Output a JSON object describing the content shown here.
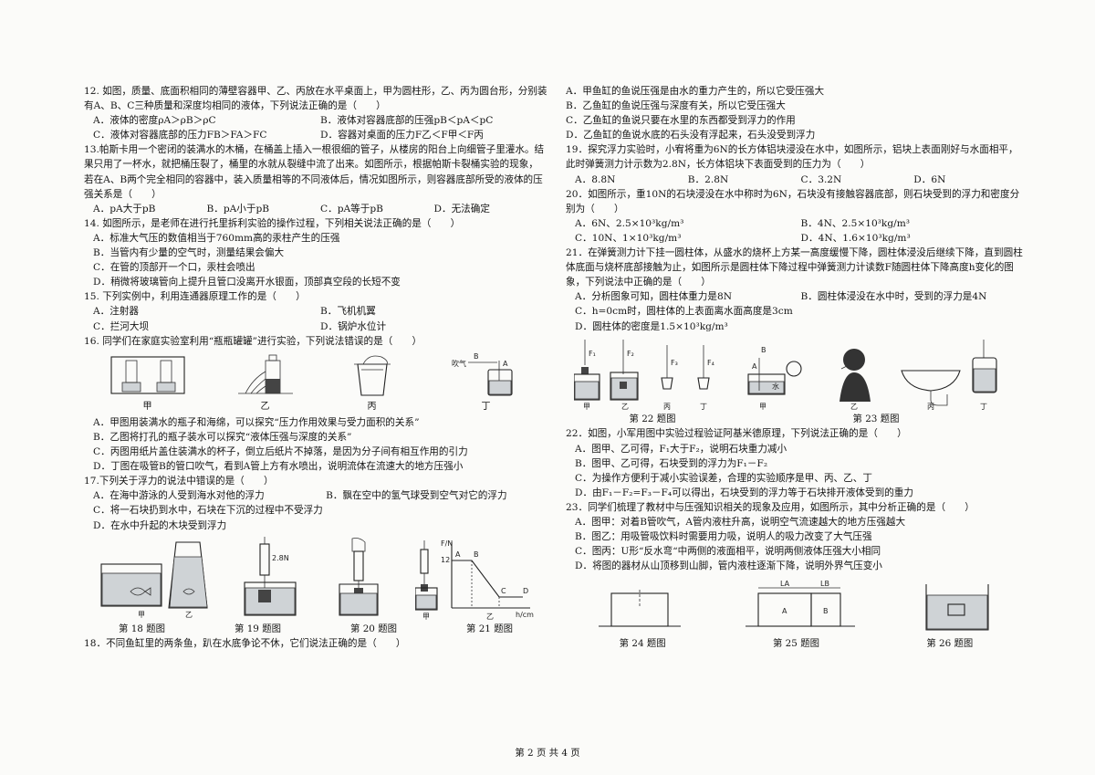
{
  "page_footer": "第 2 页 共 4 页",
  "left": {
    "q12": {
      "stem": "12. 如图，质量、底面积相同的薄壁容器甲、乙、丙放在水平桌面上，甲为圆柱形，乙、丙为圆台形，分别装有A、B、C三种质量和深度均相同的液体，下列说法正确的是（　　）",
      "options": [
        "A．液体的密度ρA＞ρB＞ρC",
        "B．液体对容器底部的压强pB＜pA＜pC",
        "C．液体对容器底部的压力FB＞FA＞FC",
        "D．容器对桌面的压力F乙＜F甲＜F丙"
      ]
    },
    "q13": {
      "stem": "13.帕斯卡用一个密闭的装满水的木桶，在桶盖上插入一根很细的管子，从楼房的阳台上向细管子里灌水。结果只用了一杯水，就把桶压裂了，桶里的水就从裂缝中流了出来。如图所示，根据帕斯卡裂桶实验的现象，若在A、B两个完全相同的容器中，装入质量相等的不同液体后，情况如图所示，则容器底部所受的液体的压强关系是（　　）",
      "options": [
        "A．pA大于pB",
        "B．pA小于pB",
        "C．pA等于pB",
        "D．无法确定"
      ]
    },
    "q14": {
      "stem": "14. 如图所示，是老师在进行托里拆利实验的操作过程，下列相关说法正确的是（　　）",
      "options": [
        "A．标准大气压的数值相当于760mm高的汞柱产生的压强",
        "B．当管内有少量的空气时，测量结果会偏大",
        "C．在管的顶部开一个口，汞柱会喷出",
        "D．稍微将玻璃管向上提升且管口没离开水银面，顶部真空段的长短不变"
      ]
    },
    "q15": {
      "stem": "15. 下列实例中，利用连通器原理工作的是（　　）",
      "options": [
        "A．注射器",
        "B．飞机机翼",
        "C．拦河大坝",
        "D．锅炉水位计"
      ]
    },
    "q16": {
      "stem": "16. 同学们在家庭实验室利用“瓶瓶罐罐”进行实验，下列说法错误的是（　　）",
      "fig_caps": [
        "甲",
        "乙",
        "丙",
        "丁"
      ],
      "fig_labels": [
        "B",
        "吹气",
        "A"
      ],
      "options": [
        "A．甲图用装满水的瓶子和海绵，可以探究“压力作用效果与受力面积的关系”",
        "B．乙图将打孔的瓶子装水可以探究“液体压强与深度的关系”",
        "C．丙图用纸片盖住装满水的杯子，倒立后纸片不掉落，是因为分子间有相互作用的引力",
        "D．丁图在吸管B的管口吹气，看到A管上方有水喷出，说明流体在流速大的地方压强小"
      ]
    },
    "q17": {
      "stem": "17.下列关于浮力的说法中错误的是（　　）",
      "options": [
        "A．在海中游泳的人受到海水对他的浮力",
        "B．飘在空中的氢气球受到空气对它的浮力",
        "C．将一石块扔到水中，石块在下沉的过程中不受浮力",
        "D．在水中升起的木块受到浮力"
      ]
    },
    "figs_18_21": {
      "fig18_labels": [
        "甲",
        "乙"
      ],
      "fig19_label": "2.8N",
      "fig21_labels": [
        "F/N",
        "12",
        "A",
        "B",
        "C",
        "D",
        "h/cm",
        "甲",
        "乙"
      ],
      "captions": [
        "第 18 题图",
        "第 19 题图",
        "第 20 题图",
        "第 21 题图"
      ]
    },
    "q18": {
      "stem": "18．不同鱼缸里的两条鱼，趴在水底争论不休，它们说法正确的是（　　）"
    }
  },
  "right": {
    "q18_options": [
      "A．甲鱼缸的鱼说压强是由水的重力产生的，所以它受压强大",
      "B．乙鱼缸的鱼说压强与深度有关，所以它受压强大",
      "C．乙鱼缸的鱼说只要在水里的东西都受到浮力的作用",
      "D．乙鱼缸的鱼说水底的石头没有浮起来，石头没受到浮力"
    ],
    "q19": {
      "stem": "19．探究浮力实验时，小宥将重为6N的长方体铝块浸没在水中，如图所示，铝块上表面刚好与水面相平，此时弹簧测力计示数为2.8N，长方体铝块下表面受到的压力为（　　）",
      "options": [
        "A．8.8N",
        "B．2.8N",
        "C．3.2N",
        "D．6N"
      ]
    },
    "q20": {
      "stem": "20．如图所示，重10N的石块浸没在水中称时为6N，石块没有接触容器底部，则石块受到的浮力和密度分别为（　　）",
      "options": [
        "A．6N、2.5×10³kg/m³",
        "B．4N、2.5×10³kg/m³",
        "C．10N、1×10³kg/m³",
        "D．4N、1.6×10³kg/m³"
      ]
    },
    "q21": {
      "stem": "21．在弹簧测力计下挂一圆柱体，从盛水的烧杯上方某一高度缓慢下降，圆柱体浸没后继续下降，直到圆柱体底面与烧杯底部接触为止，如图所示是圆柱体下降过程中弹簧测力计读数F随圆柱体下降高度h变化的图象，下列说法中正确的是（　　）",
      "options": [
        "A．分析图象可知，圆柱体重力是8N",
        "B．圆柱体浸没在水中时，受到的浮力是4N",
        "C．h=0cm时，圆柱体的上表面离水面高度是3cm",
        "D．圆柱体的密度是1.5×10³kg/m³"
      ]
    },
    "figs_22_23": {
      "fig22_labels": [
        "F₁",
        "F₂",
        "F₃",
        "F₄",
        "甲",
        "乙",
        "丙",
        "丁"
      ],
      "fig23_labels": [
        "B",
        "A",
        "水",
        "甲",
        "乙",
        "丙",
        "丁"
      ],
      "captions": [
        "第 22 题图",
        "第 23 题图"
      ]
    },
    "q22": {
      "stem": "22．如图，小军用图中实验过程验证阿基米德原理，下列说法正确的是（　　）",
      "options": [
        "A．图甲、乙可得，F₁大于F₂，说明石块重力减小",
        "B．图甲、乙可得，石块受到的浮力为F₁－F₂",
        "C．为操作方便利于减小实验误差，合理的实验顺序是甲、丙、乙、丁",
        "D．由F₁－F₂=F₃－F₄可以得出，石块受到的浮力等于石块排开液体受到的重力"
      ]
    },
    "q23": {
      "stem": "23．同学们梳理了教材中与压强知识相关的现象及应用，如图所示，其中分析正确的是（　　）",
      "options": [
        "A．图甲：对着B管吹气，A管内液柱升高，说明空气流速越大的地方压强越大",
        "B．图乙：用吸管吸饮料时需要用力吸，说明人的吸力改变了大气压强",
        "C．图丙：U形“反水弯“中两侧的液面相平，说明两侧液体压强大小相同",
        "D．将图的器材从山顶移到山脚，管内液柱逐渐下降，说明外界气压变小"
      ]
    },
    "figs_24_26": {
      "fig25_labels": [
        "LA",
        "LB",
        "A",
        "B"
      ],
      "captions": [
        "第 24 题图",
        "第 25 题图",
        "第 26 题图"
      ]
    }
  }
}
